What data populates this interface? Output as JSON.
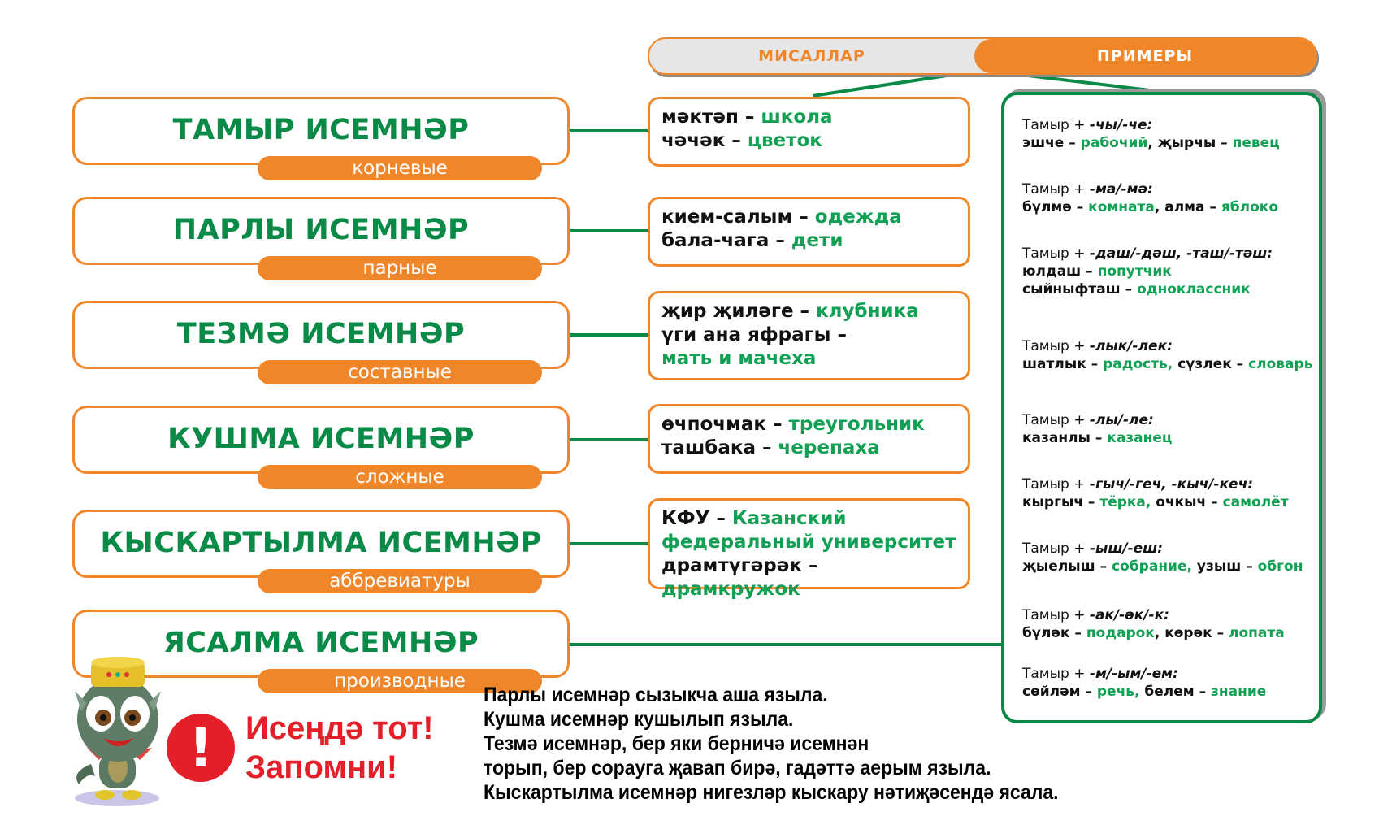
{
  "header": {
    "examples_tatar": "МИСАЛЛАР",
    "examples_russian": "ПРИМЕРЫ"
  },
  "categories": [
    {
      "title": "ТАМЫР ИСЕМНӘР",
      "subtitle": "корневые"
    },
    {
      "title": "ПАРЛЫ ИСЕМНӘР",
      "subtitle": "парные"
    },
    {
      "title": "ТЕЗМӘ ИСЕМНӘР",
      "subtitle": "составные"
    },
    {
      "title": "КУШМА ИСЕМНӘР",
      "subtitle": "сложные"
    },
    {
      "title": "КЫСКАРТЫЛМА ИСЕМНӘР",
      "subtitle": "аббревиатуры"
    },
    {
      "title": "ЯСАЛМА ИСЕМНӘР",
      "subtitle": "производные"
    }
  ],
  "examples": [
    {
      "lines": [
        {
          "tat": "мәктәп – ",
          "rus": "школа"
        },
        {
          "tat": "чәчәк – ",
          "rus": "цветок"
        }
      ]
    },
    {
      "lines": [
        {
          "tat": "кием-салым – ",
          "rus": "одежда"
        },
        {
          "tat": "бала-чага – ",
          "rus": "дети"
        }
      ]
    },
    {
      "lines": [
        {
          "tat": "җир җиләге – ",
          "rus": "клубника"
        },
        {
          "tat": "үги ана яфрагы –",
          "rus": ""
        },
        {
          "tat": "",
          "rus": "мать и мачеха"
        }
      ]
    },
    {
      "lines": [
        {
          "tat": "өчпочмак – ",
          "rus": "треугольник"
        },
        {
          "tat": "ташбака – ",
          "rus": "черепаха"
        }
      ]
    },
    {
      "lines": [
        {
          "tat": "КФУ – ",
          "rus": "Казанский"
        },
        {
          "tat": "",
          "rus": "федеральный университет"
        },
        {
          "tat": "драмтүгәрәк – ",
          "rus": "драмкружок"
        }
      ]
    }
  ],
  "derivation_rules": [
    {
      "head": "Тамыр + ",
      "suffix": "-чы/-че:",
      "pairs": [
        {
          "tat": "эшче – ",
          "rus": "рабочий",
          "sep": ", "
        },
        {
          "tat": "җырчы – ",
          "rus": "певец",
          "sep": ""
        }
      ]
    },
    {
      "head": "Тамыр + ",
      "suffix": "-ма/-мә:",
      "pairs": [
        {
          "tat": "бүлмә – ",
          "rus": "комната",
          "sep": ", "
        },
        {
          "tat": "алма – ",
          "rus": "яблоко",
          "sep": ""
        }
      ]
    },
    {
      "head": "Тамыр + ",
      "suffix": "-даш/-дәш, -таш/-тәш:",
      "lines": [
        {
          "tat": "юлдаш – ",
          "rus": "попутчик"
        },
        {
          "tat": "сыйныфташ – ",
          "rus": "одноклассник"
        }
      ]
    },
    {
      "head": "Тамыр + ",
      "suffix": "-лык/-лек:",
      "pairs": [
        {
          "tat": "шатлык – ",
          "rus": "радость,",
          "sep": " "
        },
        {
          "tat": "сүзлек – ",
          "rus": "словарь",
          "sep": ""
        }
      ]
    },
    {
      "head": "Тамыр + ",
      "suffix": "-лы/-ле:",
      "pairs": [
        {
          "tat": "казанлы – ",
          "rus": "казанец",
          "sep": ""
        }
      ]
    },
    {
      "head": "Тамыр + ",
      "suffix": "-гыч/-геч, -кыч/-кеч:",
      "pairs": [
        {
          "tat": "кыргыч – ",
          "rus": "тёрка,",
          "sep": " "
        },
        {
          "tat": "очкыч – ",
          "rus": "самолёт",
          "sep": ""
        }
      ]
    },
    {
      "head": "Тамыр + ",
      "suffix": "-ыш/-еш:",
      "pairs": [
        {
          "tat": "җыелыш – ",
          "rus": "собрание,",
          "sep": " "
        },
        {
          "tat": "узыш – ",
          "rus": "обгон",
          "sep": ""
        }
      ]
    },
    {
      "head": "Тамыр + ",
      "suffix": "-ак/-әк/-к:",
      "pairs": [
        {
          "tat": "бүләк – ",
          "rus": "подарок",
          "sep": ", "
        },
        {
          "tat": "көрәк – ",
          "rus": "лопата",
          "sep": ""
        }
      ]
    },
    {
      "head": "Тамыр + ",
      "suffix": "-м/-ым/-ем:",
      "pairs": [
        {
          "tat": "сөйләм – ",
          "rus": "речь,",
          "sep": " "
        },
        {
          "tat": "белем – ",
          "rus": "знание",
          "sep": ""
        }
      ]
    }
  ],
  "reminder": {
    "line1": "Исеңдә тот!",
    "line2": "Запомни!",
    "icon": "exclamation-icon"
  },
  "notes": [
    "Парлы исемнәр сызыкча аша языла.",
    "Кушма исемнәр кушылып языла.",
    "Тезмә исемнәр, бер яки берничә исемнән",
    "торып, бер сорауга җавап бирә, гадәттә аерым языла.",
    "Кыскартылма исемнәр нигезләр кыскару нәтиҗәсендә ясала."
  ],
  "colors": {
    "orange": "#f0862a",
    "green": "#0a8a47",
    "light_green": "#12a054",
    "red": "#e3202a"
  }
}
